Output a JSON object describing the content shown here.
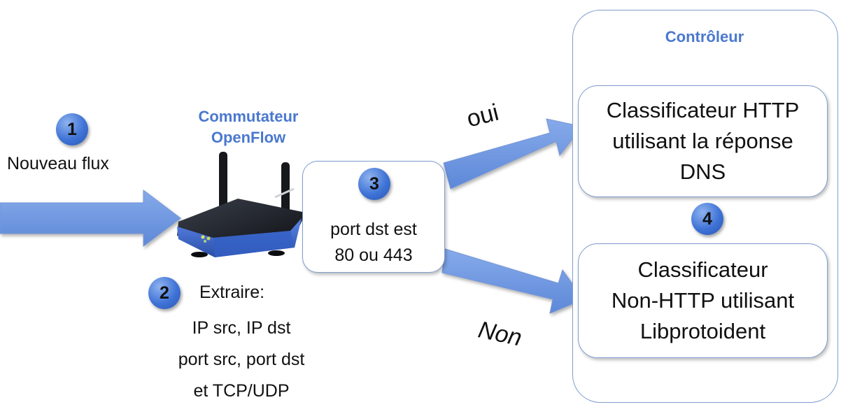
{
  "step1": {
    "number": "1",
    "label": "Nouveau flux"
  },
  "switch": {
    "title_line1": "Commutateur",
    "title_line2": "OpenFlow"
  },
  "step2": {
    "number": "2",
    "label": "Extraire:",
    "fields": [
      "IP src, IP dst",
      "port src, port dst",
      "et TCP/UDP"
    ]
  },
  "decision": {
    "number": "3",
    "line1": "port dst est",
    "line2": "80 ou 443"
  },
  "branches": {
    "yes": "oui",
    "no": "Non"
  },
  "controller": {
    "title": "Contrôleur",
    "step_number": "4",
    "http_classifier": [
      "Classificateur HTTP",
      "utilisant la réponse",
      "DNS"
    ],
    "nonhttp_classifier": [
      "Classificateur",
      "Non-HTTP utilisant",
      "Libprotoident"
    ]
  },
  "colors": {
    "accent": "#4a78cf",
    "arrow": "#6f97e0",
    "badge": "#3f73d6"
  },
  "icons": {
    "switch": "wireless-router-icon"
  }
}
